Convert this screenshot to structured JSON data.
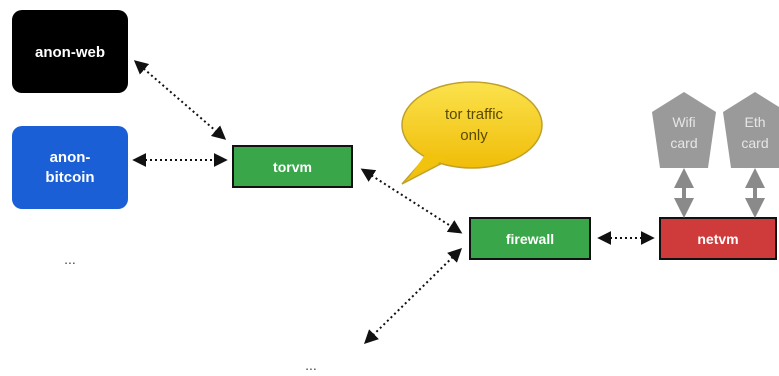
{
  "nodes": {
    "anon_web": {
      "label": "anon-web",
      "color": "#000000"
    },
    "anon_bitcoin": {
      "line1": "anon-",
      "line2": "bitcoin",
      "color": "#1a5fd6"
    },
    "left_more": {
      "label": "..."
    },
    "torvm": {
      "label": "torvm",
      "color": "#3aa64a"
    },
    "firewall": {
      "label": "firewall",
      "color": "#3aa64a"
    },
    "netvm": {
      "label": "netvm",
      "color": "#cf3b3b"
    },
    "bottom_more": {
      "label": "..."
    },
    "wifi_card": {
      "line1": "Wifi",
      "line2": "card",
      "color": "#9a9a9a"
    },
    "eth_card": {
      "line1": "Eth",
      "line2": "card",
      "color": "#9a9a9a"
    }
  },
  "callout": {
    "line1": "tor traffic",
    "line2": "only",
    "color": "#f5c80f"
  }
}
